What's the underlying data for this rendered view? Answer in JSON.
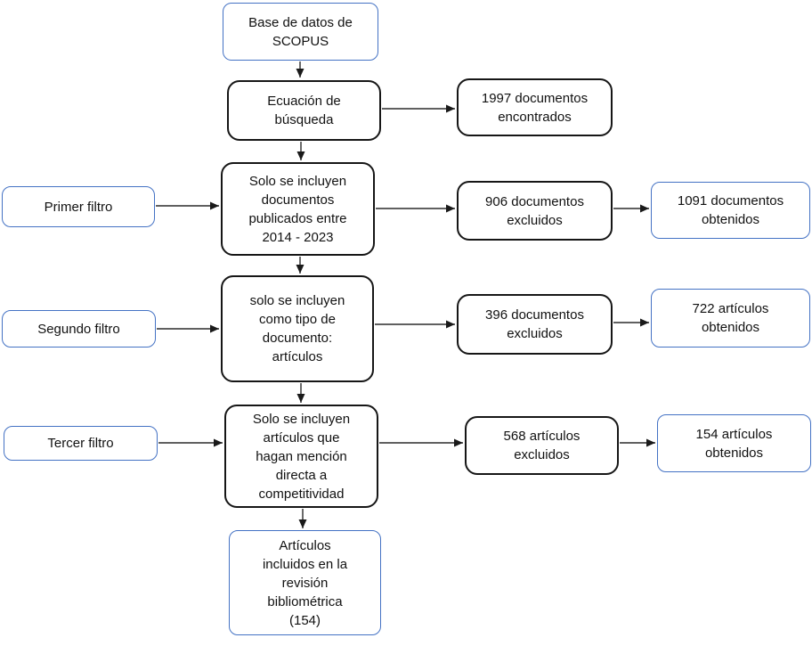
{
  "colors": {
    "blue_border": "#4472C4",
    "black_border": "#161616",
    "arrow": "#2b2b2b",
    "background": "#ffffff"
  },
  "nodes": {
    "scopus": {
      "label": "Base de datos de\nSCOPUS"
    },
    "ecuacion": {
      "label": "Ecuación de\nbúsqueda"
    },
    "encontrados": {
      "label": "1997 documentos\nencontrados"
    },
    "primer_filtro": {
      "label": "Primer filtro"
    },
    "filtro1": {
      "label": "Solo se incluyen\ndocumentos\npublicados entre\n2014 - 2023"
    },
    "excluidos1": {
      "label": "906 documentos\nexcluidos"
    },
    "obtenidos1": {
      "label": "1091 documentos\nobtenidos"
    },
    "segundo_filtro": {
      "label": "Segundo filtro"
    },
    "filtro2": {
      "label": "solo se incluyen\ncomo tipo de\ndocumento:\nartículos"
    },
    "excluidos2": {
      "label": "396 documentos\nexcluidos"
    },
    "obtenidos2": {
      "label": "722 artículos\nobtenidos"
    },
    "tercer_filtro": {
      "label": "Tercer filtro"
    },
    "filtro3": {
      "label": "Solo se incluyen\nartículos que\nhagan mención\ndirecta a\ncompetitividad"
    },
    "excluidos3": {
      "label": "568 artículos\nexcluidos"
    },
    "obtenidos3": {
      "label": "154 artículos\nobtenidos"
    },
    "final": {
      "label": "Artículos\nincluidos en la\nrevisión\nbibliométrica\n(154)"
    }
  },
  "edges": [
    {
      "from": "scopus",
      "to": "ecuacion"
    },
    {
      "from": "ecuacion",
      "to": "encontrados"
    },
    {
      "from": "ecuacion",
      "to": "filtro1"
    },
    {
      "from": "primer_filtro",
      "to": "filtro1"
    },
    {
      "from": "filtro1",
      "to": "excluidos1"
    },
    {
      "from": "excluidos1",
      "to": "obtenidos1"
    },
    {
      "from": "filtro1",
      "to": "filtro2"
    },
    {
      "from": "segundo_filtro",
      "to": "filtro2"
    },
    {
      "from": "filtro2",
      "to": "excluidos2"
    },
    {
      "from": "excluidos2",
      "to": "obtenidos2"
    },
    {
      "from": "filtro2",
      "to": "filtro3"
    },
    {
      "from": "tercer_filtro",
      "to": "filtro3"
    },
    {
      "from": "filtro3",
      "to": "excluidos3"
    },
    {
      "from": "excluidos3",
      "to": "obtenidos3"
    },
    {
      "from": "filtro3",
      "to": "final"
    }
  ]
}
